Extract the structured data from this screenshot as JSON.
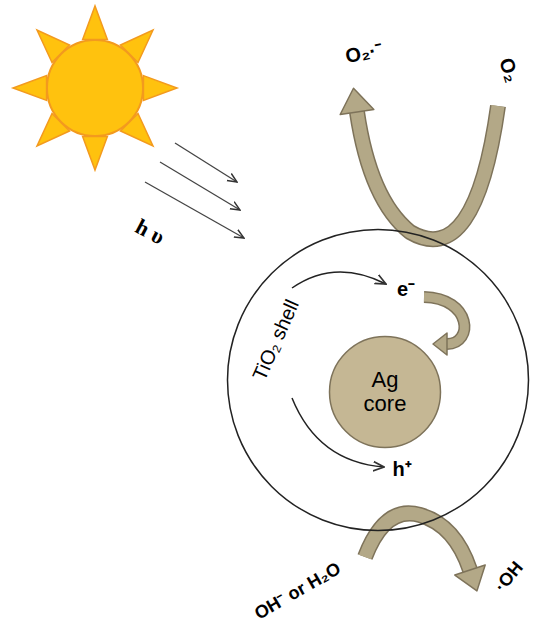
{
  "diagram": {
    "nodes": [
      {
        "text": [
          "TiO₂ shell"
        ]
      },
      {
        "text": [
          "Ag core"
        ],
        "in": 0
      }
    ],
    "labels": [
      "h υ",
      "e⁻",
      "h⁺",
      "O₂",
      "O₂·⁻",
      "OH⁻ or H₂O",
      "·OH"
    ]
  }
}
